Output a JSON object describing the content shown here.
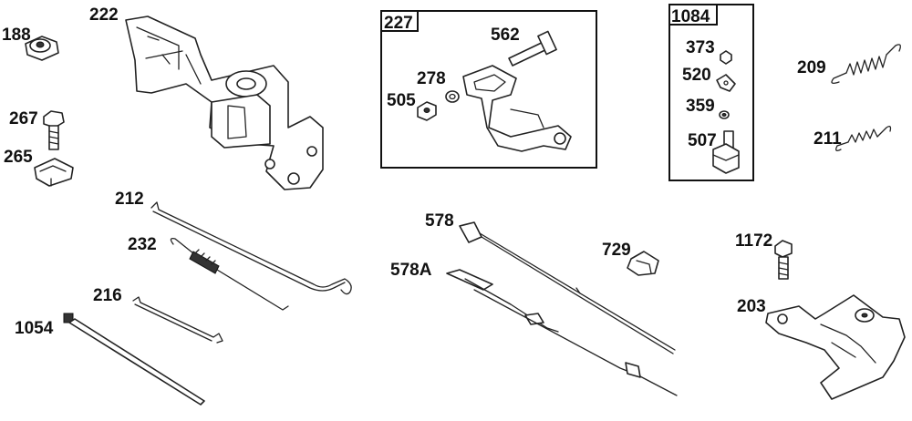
{
  "diagram": {
    "callouts": {
      "p188": "188",
      "p222": "222",
      "p267": "267",
      "p265": "265",
      "p227": "227",
      "p562": "562",
      "p278": "278",
      "p505": "505",
      "p1084": "1084",
      "p373": "373",
      "p520": "520",
      "p359": "359",
      "p507": "507",
      "p209": "209",
      "p211": "211",
      "p212": "212",
      "p232": "232",
      "p216": "216",
      "p1054": "1054",
      "p578": "578",
      "p578A": "578A",
      "p729": "729",
      "p1172": "1172",
      "p203": "203"
    }
  }
}
